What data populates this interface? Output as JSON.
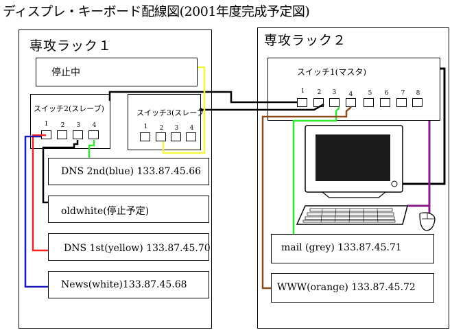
{
  "title": "ディスプレ・キーボード配線図(2001年度完成予定図)",
  "racks": [
    {
      "label": "専攻ラック１"
    },
    {
      "label": "専攻ラック２"
    }
  ],
  "stopped_box": {
    "label": "停止中"
  },
  "switches": {
    "sw2": {
      "label": "スイッチ2(スレーブ)",
      "ports": [
        "1",
        "2",
        "3",
        "4"
      ]
    },
    "sw3": {
      "label": "スイッチ3(スレーブ",
      "ports": [
        "1",
        "2",
        "3",
        "4"
      ]
    },
    "sw1": {
      "label": "スイッチ1(マスタ)",
      "ports": [
        "1",
        "2",
        "3",
        "4",
        "5",
        "6",
        "7",
        "8"
      ]
    }
  },
  "servers": {
    "dns2": "DNS 2nd(blue) 133.87.45.66",
    "oldwhite": "oldwhite(停止予定)",
    "dns1": "DNS 1st(yellow) 133.87.45.70",
    "news": "News(white)133.87.45.68",
    "mail": "mail (grey) 133.87.45.71",
    "www": "WWW(orange) 133.87.45.72"
  },
  "cable_colors": {
    "black": "#000000",
    "red": "#ff2020",
    "blue": "#1a1ab4",
    "green": "#2ee82e",
    "yellow": "#f5f542",
    "brown": "#8a4a1a",
    "purple": "#8a1a8a",
    "monitor_screen": "#1a1a1a"
  },
  "icons": [
    "monitor-icon",
    "keyboard-icon",
    "mouse-icon"
  ]
}
